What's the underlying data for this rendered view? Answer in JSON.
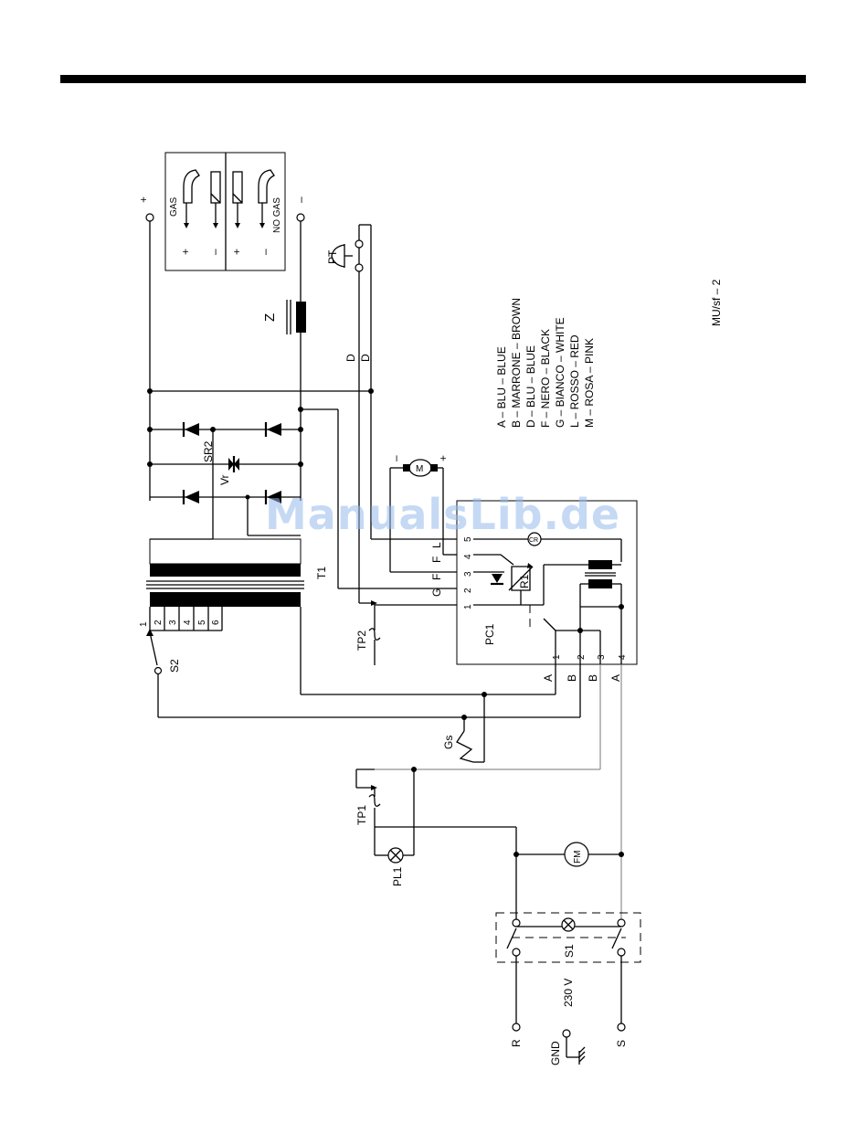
{
  "legend": [
    "A – BLU – BLUE",
    "B – MARRONE – BROWN",
    "D – BLU – BLUE",
    "F – NERO – BLACK",
    "G – BIANCO – WHITE",
    "L – ROSSO – RED",
    "M – ROSA – PINK"
  ],
  "drawing_code": "MU/sf – 2",
  "watermark": "ManualsLib.de",
  "labels": {
    "plus": "+",
    "minus": "–",
    "gas": "GAS",
    "no_gas": "NO GAS",
    "z": "Z",
    "pt": "PT",
    "d": "D",
    "sr2": "SR2",
    "vr": "Vr",
    "t1": "T1",
    "s2": "S2",
    "tp2": "TP2",
    "tp1": "TP1",
    "gs": "Gs",
    "pl1": "PL1",
    "fm": "FM",
    "s1": "S1",
    "voltage": "230 V",
    "r": "R",
    "gnd": "GND",
    "s": "S",
    "pc1": "PC1",
    "r1": "R1",
    "cr": "CR",
    "a": "A",
    "b": "B",
    "f": "F",
    "g": "G",
    "l": "L",
    "m": "M",
    "n1": "1",
    "n2": "2",
    "n3": "3",
    "n4": "4",
    "n5": "5",
    "n6": "6"
  }
}
